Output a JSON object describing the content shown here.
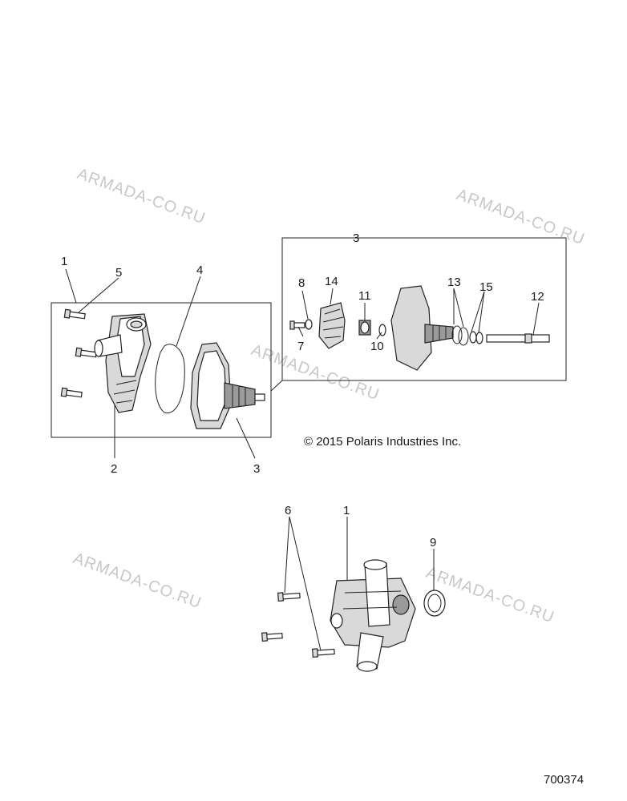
{
  "labels": {
    "l1_top": "1",
    "l2": "2",
    "l3_left": "3",
    "l3_box": "3",
    "l4": "4",
    "l5": "5",
    "l6": "6",
    "l7": "7",
    "l8": "8",
    "l9": "9",
    "l10": "10",
    "l11": "11",
    "l12": "12",
    "l13": "13",
    "l14": "14",
    "l15": "15",
    "l1_bottom": "1"
  },
  "copyright": "© 2015 Polaris Industries Inc.",
  "diagram_number": "700374",
  "watermark": "ARMADA-CO.RU"
}
